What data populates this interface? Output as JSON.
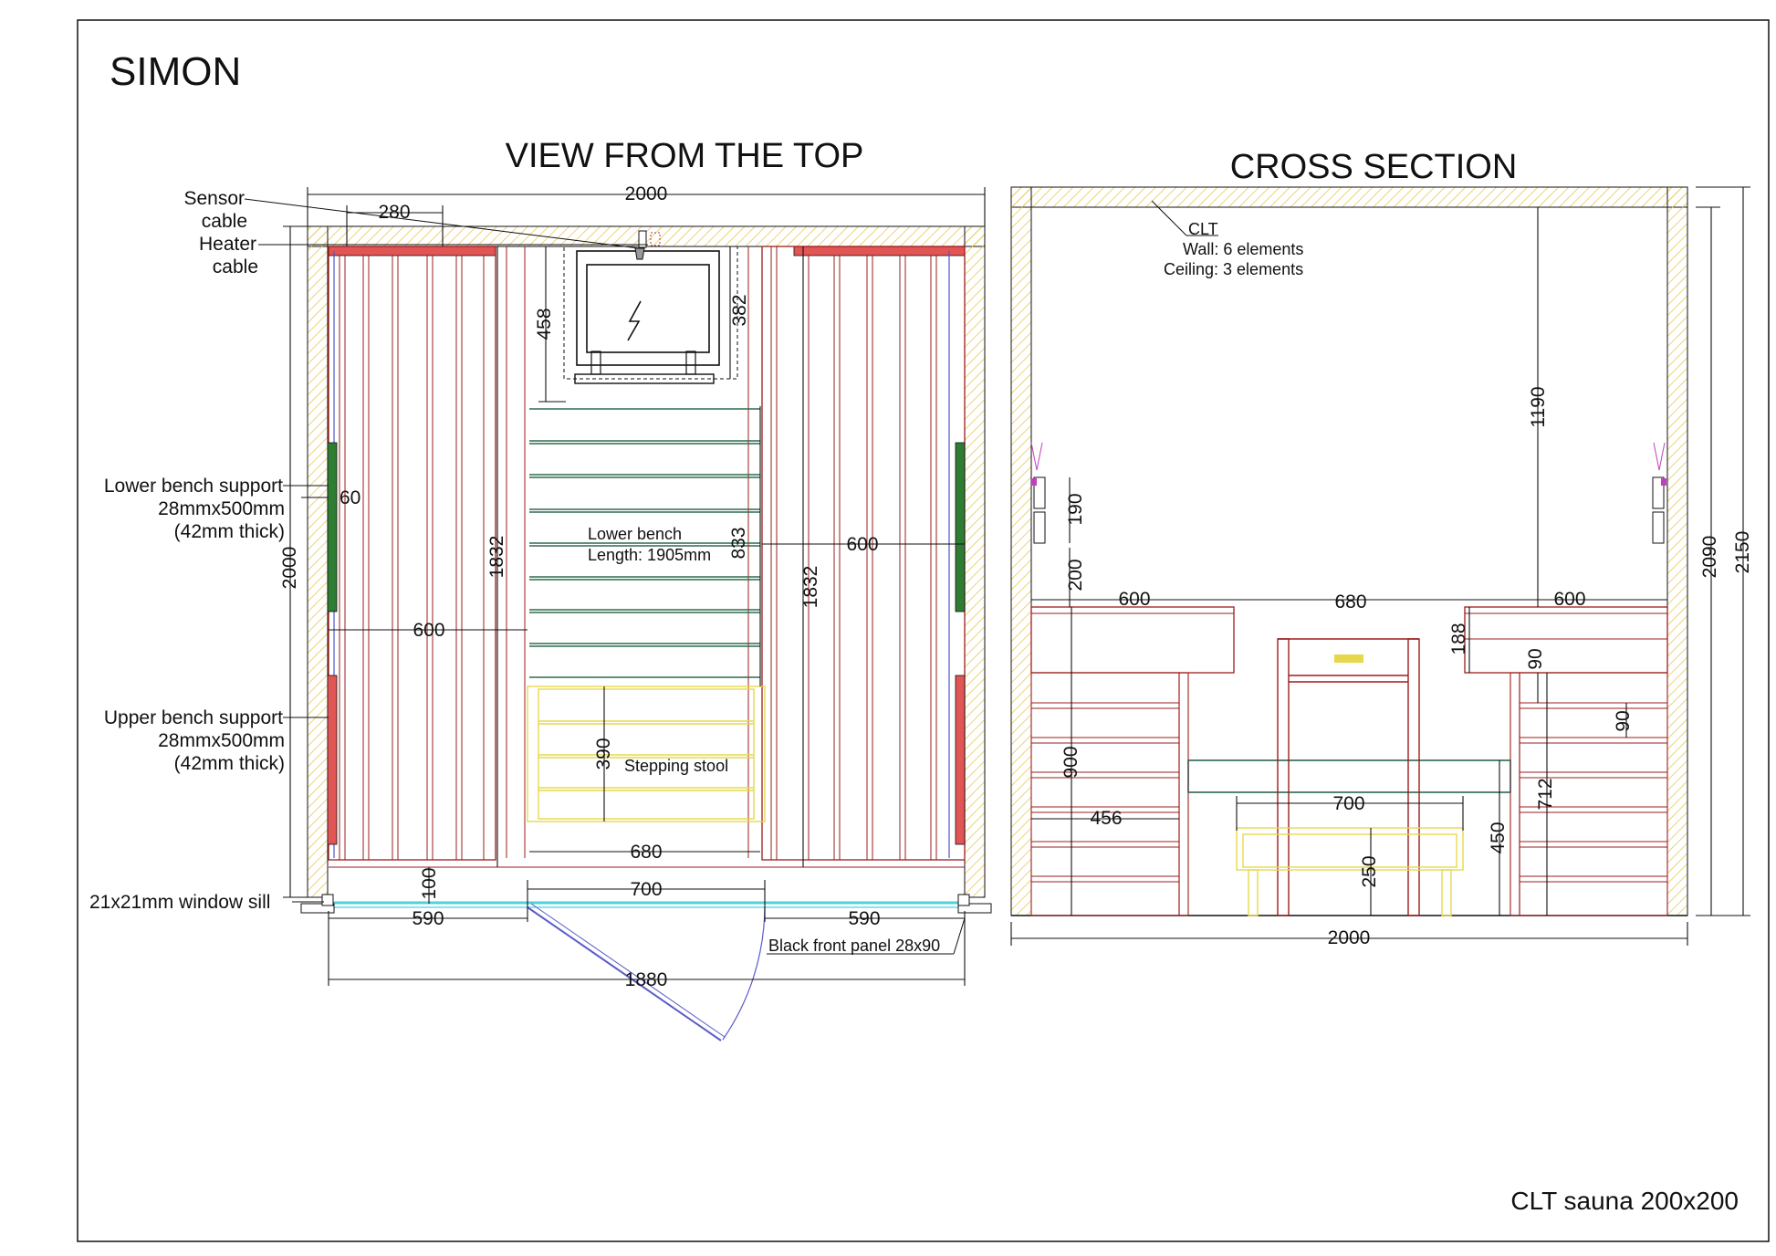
{
  "sheet": {
    "name": "SIMON",
    "footer": "CLT sauna 200x200"
  },
  "top_view": {
    "title": "VIEW FROM THE TOP",
    "labels": {
      "sensor_line1": "Sensor",
      "sensor_line2": "cable",
      "heater_line1": "Heater",
      "heater_line2": "cable",
      "lower_support_line1": "Lower bench support",
      "lower_support_line2": "28mmx500mm",
      "lower_support_line3": "(42mm thick)",
      "upper_support_line1": "Upper bench support",
      "upper_support_line2": "28mmx500mm",
      "upper_support_line3": "(42mm thick)",
      "lower_bench_line1": "Lower bench",
      "lower_bench_line2": "Length: 1905mm",
      "stepping_stool": "Stepping stool",
      "window_sill": "21x21mm window sill",
      "front_panel": "Black front panel 28x90"
    },
    "dims": {
      "overall_width": "2000",
      "overall_depth": "2000",
      "sensor_offset": "280",
      "heater_depth": "458",
      "heater_width": "382",
      "support_60": "60",
      "left_bench_depth": "1832",
      "left_bench_width": "600",
      "lower_bench_span": "833",
      "right_bench_width": "600",
      "right_bench_depth": "1832",
      "stool_depth": "390",
      "gap_680": "680",
      "offset_100": "100",
      "door_700": "700",
      "left_590": "590",
      "right_590": "590",
      "inner_1880": "1880"
    }
  },
  "cross_section": {
    "title": "CROSS SECTION",
    "labels": {
      "clt": "CLT",
      "wall": "Wall: 6 elements",
      "ceiling": "Ceiling: 3 elements"
    },
    "dims": {
      "ceiling_gap": "1190",
      "support_190": "190",
      "support_200": "200",
      "left_600": "600",
      "mid_680": "680",
      "right_600": "600",
      "step_188": "188",
      "upper_90": "90",
      "lower_90": "90",
      "height_900": "900",
      "lower_456": "456",
      "stool_700": "700",
      "stool_250": "250",
      "bench_450": "450",
      "bench_712": "712",
      "inner_height": "2090",
      "outer_height": "2150",
      "base_2000": "2000"
    }
  },
  "colors": {
    "line": "#111111",
    "wall_hatch": "#e7c95a",
    "bench_red": "#9b1c1c",
    "support_green": "#2e7d32",
    "support_red": "#e25555",
    "slat_green": "#2e6b4f",
    "stool_yellow": "#e6d84a",
    "window_cyan": "#4fd1d9",
    "door_arc": "#5b5bc8",
    "support_purple": "#c040c0"
  }
}
